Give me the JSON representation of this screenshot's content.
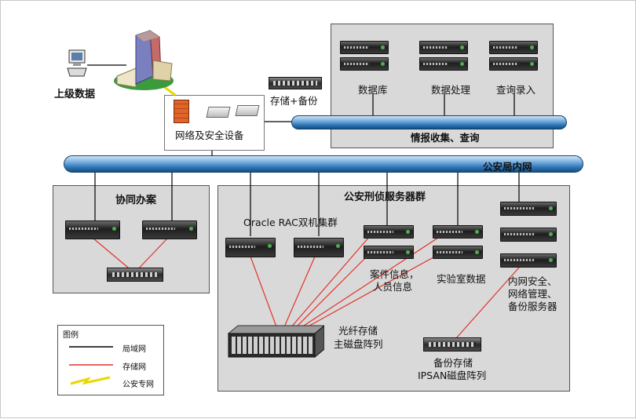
{
  "labels": {
    "upper_data": "上级数据",
    "storage_backup": "存储+备份",
    "network_security": "网络及安全设备",
    "database": "数据库",
    "data_processing": "数据处理",
    "query_entry": "查询录入",
    "intel_collect": "情报收集、查询",
    "police_lan": "公安局内网",
    "collab_office": "协同办案",
    "criminal_servers": "公安刑侦服务器群",
    "oracle_rac": "Oracle RAC双机集群",
    "case_info_1": "案件信息，",
    "case_info_2": "人员信息",
    "lab_data": "实验室数据",
    "intranet_1": "内网安全、",
    "intranet_2": "网络管理、",
    "intranet_3": "备份服务器",
    "fiber_1": "光纤存储",
    "fiber_2": "主磁盘阵列",
    "backup_1": "备份存储",
    "backup_2": "IPSAN磁盘阵列"
  },
  "legend": {
    "title": "图例",
    "items": [
      {
        "label": "局域网",
        "color": "#000000",
        "kind": "line"
      },
      {
        "label": "存储网",
        "color": "#e0332a",
        "kind": "line"
      },
      {
        "label": "公安专网",
        "color": "#e8e000",
        "kind": "bolt"
      }
    ]
  },
  "colors": {
    "lan": "#000000",
    "storage": "#e0332a",
    "special": "#f0e000",
    "panel": "#d9d9d9"
  }
}
